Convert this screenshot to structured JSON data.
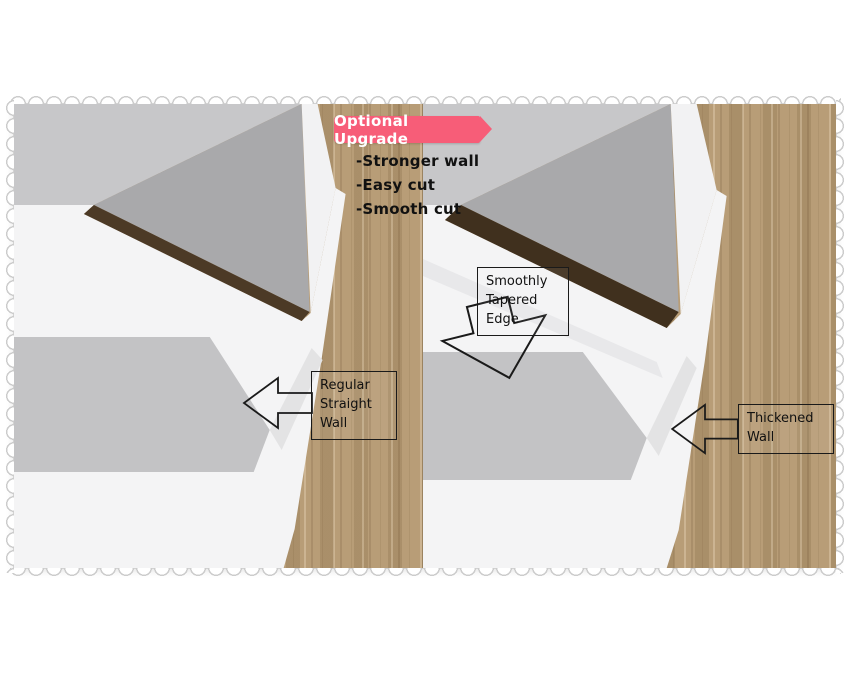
{
  "banner": {
    "label": "Optional Upgrade",
    "background": "#f75d78",
    "text_color": "#ffffff"
  },
  "features": [
    "-Stronger wall",
    "-Easy cut",
    "-Smooth cut"
  ],
  "annotations": {
    "tapered": {
      "lines": [
        "Smoothly",
        "Tapered",
        "Edge"
      ]
    },
    "regular": {
      "lines": [
        "Regular",
        "Straight",
        "Wall"
      ]
    },
    "thickened": {
      "lines": [
        "Thickened",
        "Wall"
      ]
    }
  },
  "colors": {
    "wood": "#b49870",
    "wall_white": "#f4f4f5",
    "inner_gray": "#c3c3c5",
    "band_gray": "#c7c7c9",
    "shadow_gray": "#a9a9ab",
    "gap_brown": "#4c3a26",
    "outline": "#1a1a1a",
    "lace_edge": "#cccccc"
  }
}
